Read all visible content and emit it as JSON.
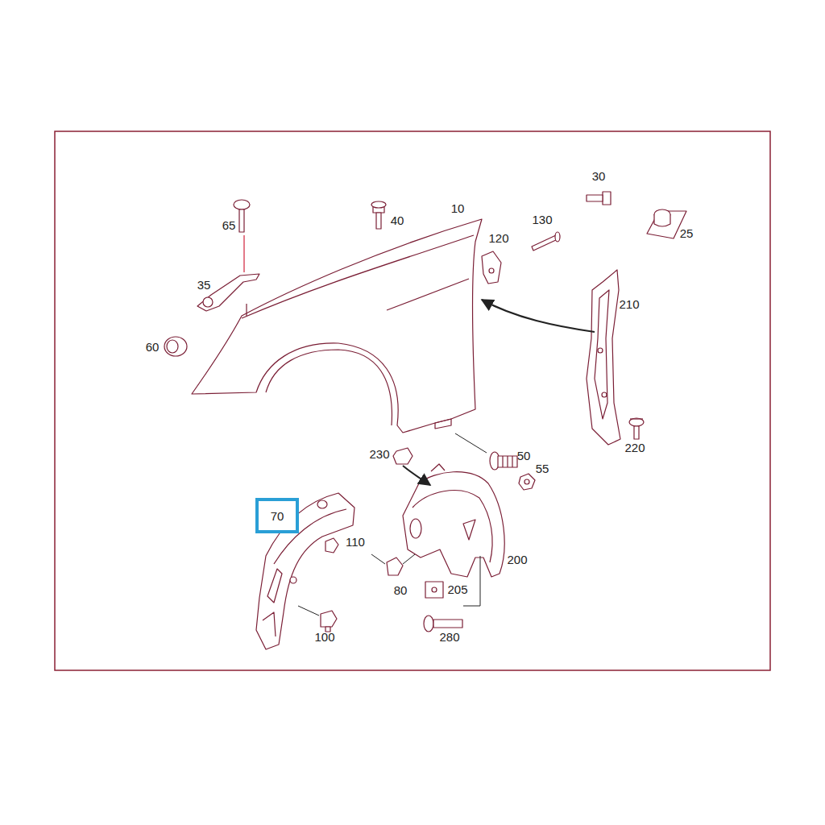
{
  "diagram": {
    "nodes": [
      {
        "text": [
          "70"
        ]
      }
    ],
    "labels": [
      "30",
      "10",
      "40",
      "130",
      "65",
      "120",
      "25",
      "35",
      "210",
      "60",
      "230",
      "50",
      "55",
      "220",
      "110",
      "200",
      "80",
      "205",
      "100",
      "280"
    ]
  }
}
